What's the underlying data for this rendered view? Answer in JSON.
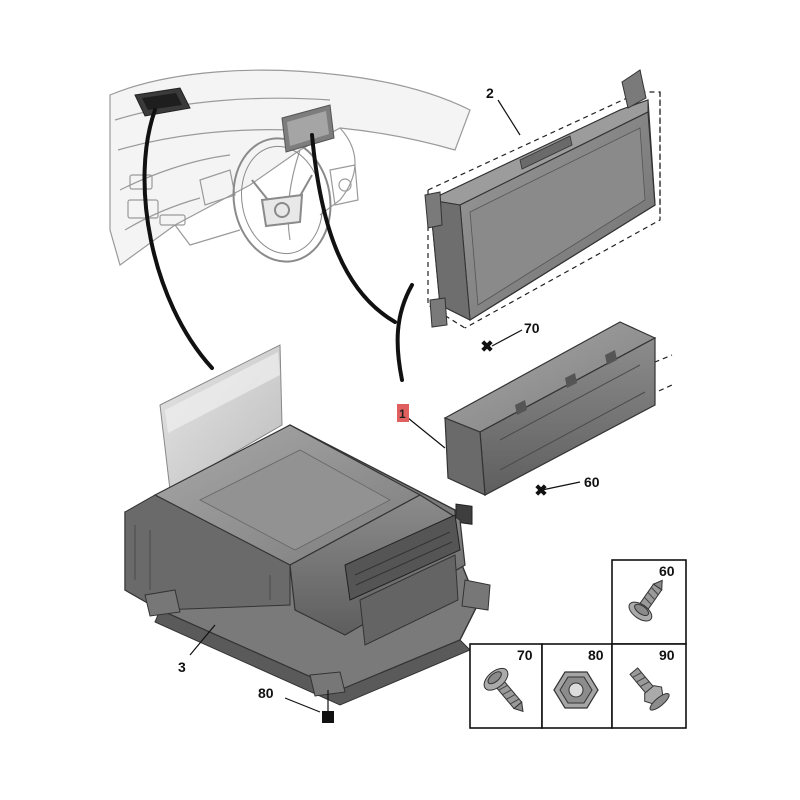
{
  "callouts": {
    "part_1": "1",
    "part_2": "2",
    "part_3": "3",
    "part_60": "60",
    "part_70": "70",
    "part_80": "80"
  },
  "fastener_box": {
    "screw_60": "60",
    "screw_70": "70",
    "nut_80": "80",
    "bolt_90": "90"
  },
  "colors": {
    "part_fill": "#8a8a8a",
    "part_dark": "#5a5a5a",
    "part_light": "#b5b5b5",
    "line": "#1a1a1a",
    "highlight_badge": "#e06060"
  }
}
